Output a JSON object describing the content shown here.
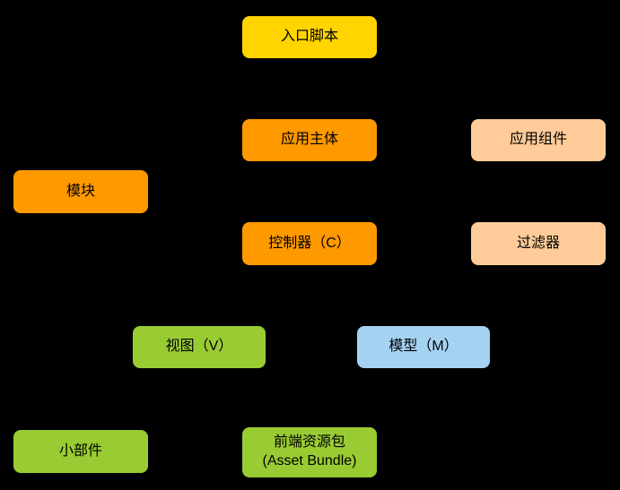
{
  "diagram": {
    "background_color": "#000000",
    "text_color": "#000000",
    "colors": {
      "entry": "#ffd400",
      "core": "#ff9900",
      "support": "#ffcc99",
      "view_layer": "#99cc33",
      "model_layer": "#a4d3f2"
    },
    "nodes": [
      {
        "id": "entry-script",
        "label": "入口脚本",
        "color": "#ffd400"
      },
      {
        "id": "application",
        "label": "应用主体",
        "color": "#ff9900"
      },
      {
        "id": "application-components",
        "label": "应用组件",
        "color": "#ffcc99"
      },
      {
        "id": "modules",
        "label": "模块",
        "color": "#ff9900"
      },
      {
        "id": "controller",
        "label": "控制器（C）",
        "color": "#ff9900"
      },
      {
        "id": "filters",
        "label": "过滤器",
        "color": "#ffcc99"
      },
      {
        "id": "view",
        "label": "视图（V）",
        "color": "#99cc33"
      },
      {
        "id": "model",
        "label": "模型（M）",
        "color": "#a4d3f2"
      },
      {
        "id": "widgets",
        "label": "小部件",
        "color": "#99cc33"
      },
      {
        "id": "asset-bundle",
        "label": "前端资源包",
        "sublabel": "(Asset Bundle)",
        "color": "#99cc33"
      }
    ]
  }
}
